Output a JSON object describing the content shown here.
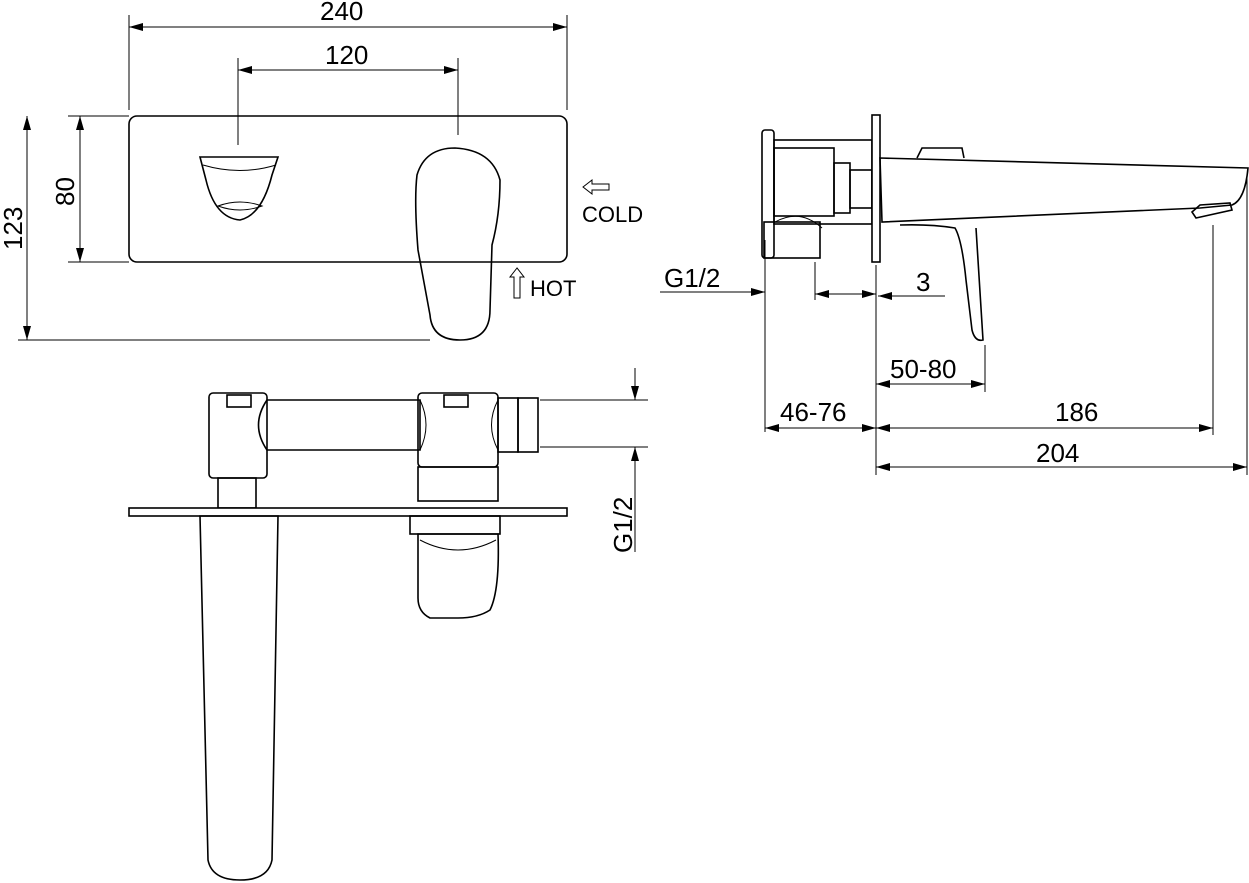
{
  "title": "Wall-mounted basin mixer technical drawing",
  "front_view": {
    "width_label": "240",
    "spacing_label": "120",
    "plate_height_label": "80",
    "total_height_label": "123",
    "cold_label": "COLD",
    "hot_label": "HOT"
  },
  "side_view": {
    "thread_label": "G1/2",
    "plate_label": "3",
    "lever_label": "50-80",
    "wall_depth_label": "46-76",
    "spout_reach_label": "186",
    "total_reach_label": "204"
  },
  "top_view": {
    "thread_label": "G1/2"
  },
  "colors": {
    "line": "#000000",
    "background": "#ffffff"
  }
}
